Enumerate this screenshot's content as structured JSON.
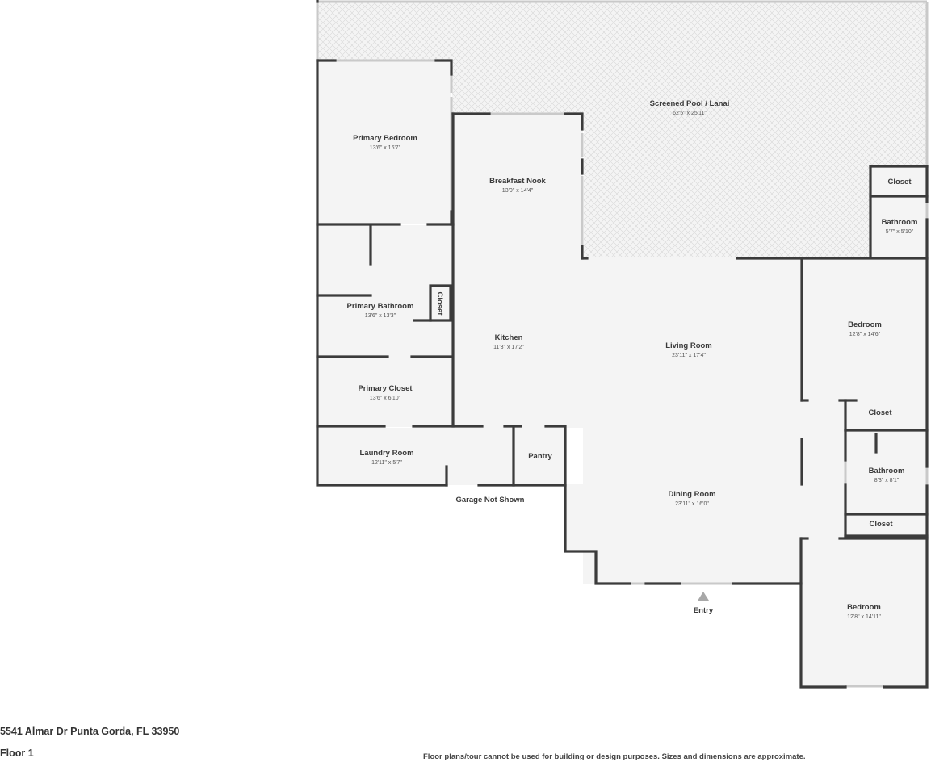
{
  "address": "5541 Almar Dr Punta Gorda, FL 33950",
  "floor_label": "Floor 1",
  "disclaimer": "Floor plans/tour cannot be used for building or design purposes. Sizes and dimensions are approximate.",
  "rooms": {
    "pool": {
      "name": "Screened Pool / Lanai",
      "dim": "62'5\" x 25'11\""
    },
    "primary_bedroom": {
      "name": "Primary Bedroom",
      "dim": "13'6\" x 16'7\""
    },
    "breakfast_nook": {
      "name": "Breakfast Nook",
      "dim": "13'0\" x 14'4\""
    },
    "primary_bathroom": {
      "name": "Primary Bathroom",
      "dim": "13'6\" x 13'3\""
    },
    "primary_bath_closet": {
      "name": "Closet"
    },
    "kitchen": {
      "name": "Kitchen",
      "dim": "11'3\" x 17'2\""
    },
    "living_room": {
      "name": "Living Room",
      "dim": "23'11\" x 17'4\""
    },
    "primary_closet": {
      "name": "Primary Closet",
      "dim": "13'6\" x 6'10\""
    },
    "laundry_room": {
      "name": "Laundry Room",
      "dim": "12'11\" x 5'7\""
    },
    "pantry": {
      "name": "Pantry"
    },
    "dining_room": {
      "name": "Dining Room",
      "dim": "23'11\" x 16'0\""
    },
    "closet_ne": {
      "name": "Closet"
    },
    "bathroom_ne": {
      "name": "Bathroom",
      "dim": "5'7\" x 5'10\""
    },
    "bedroom_east": {
      "name": "Bedroom",
      "dim": "12'8\" x 14'6\""
    },
    "closet_mid": {
      "name": "Closet"
    },
    "bathroom_mid": {
      "name": "Bathroom",
      "dim": "8'3\" x 8'1\""
    },
    "closet_low": {
      "name": "Closet"
    },
    "bedroom_se": {
      "name": "Bedroom",
      "dim": "12'8\" x 14'11\""
    }
  },
  "labels": {
    "garage": "Garage Not Shown",
    "entry": "Entry"
  }
}
